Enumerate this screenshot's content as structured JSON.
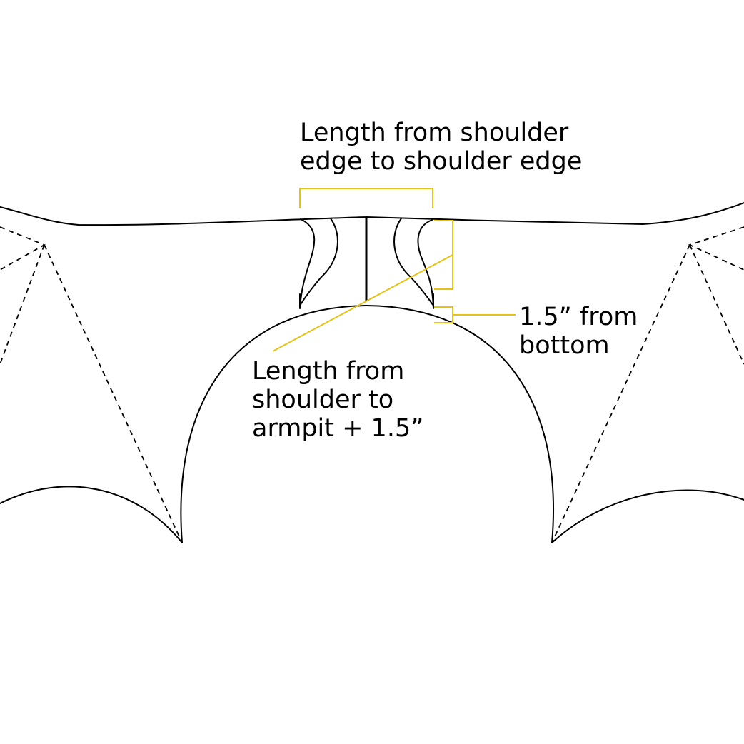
{
  "labels": {
    "shoulder_width": "Length from shoulder\nedge to shoulder edge",
    "armpit_length": "Length from\nshoulder to\narmpit + 1.5”",
    "from_bottom": "1.5” from\nbottom"
  },
  "colors": {
    "outline": "#000000",
    "measurement": "#e3c21a",
    "background": "#ffffff"
  }
}
